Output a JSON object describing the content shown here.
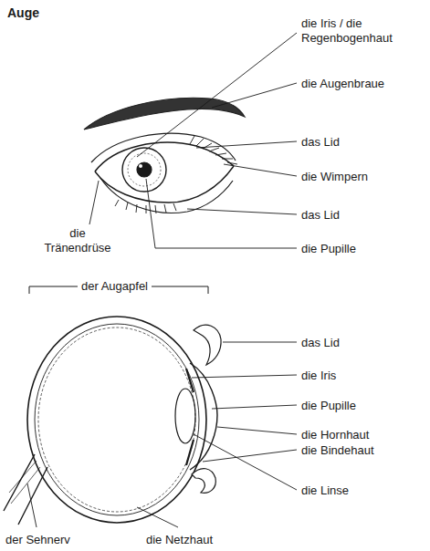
{
  "diagram": {
    "title": "Auge",
    "labels": [
      "die Iris / die Regenbogenhaut",
      "die Augenbraue",
      "das Lid",
      "die Wimpern",
      "das Lid",
      "die Tränendrüse",
      "die Pupille",
      "der Augapfel",
      "das Lid",
      "die Iris",
      "die Pupille",
      "die Hornhaut",
      "die Bindehaut",
      "die Linse",
      "der Sehnerv",
      "die Netzhaut"
    ]
  }
}
